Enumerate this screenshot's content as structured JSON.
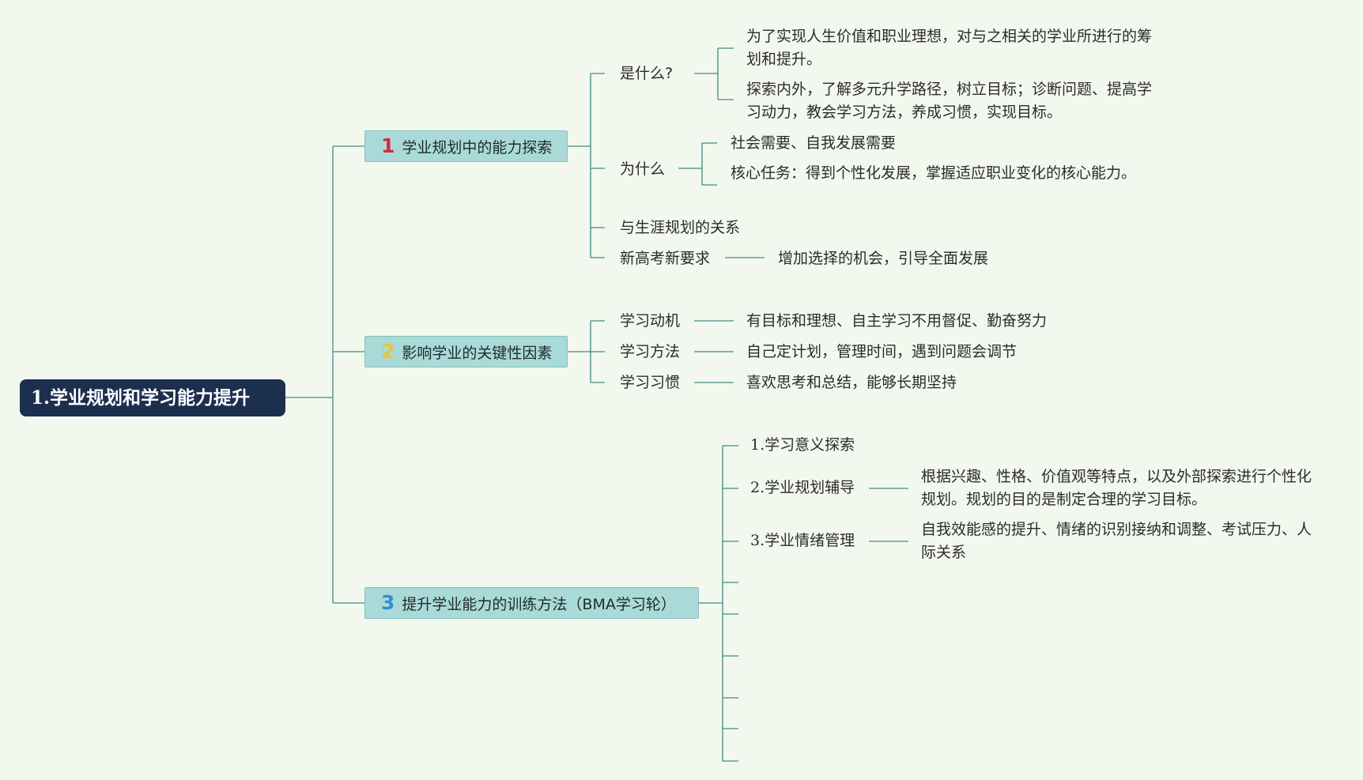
{
  "root": {
    "label": "1.学业规划和学习能力提升"
  },
  "branch1": {
    "num": "1",
    "label": "学业规划中的能力探索",
    "what": {
      "label": "是什么?",
      "items": [
        "为了实现人生价值和职业理想，对与之相关的学业所进行的筹划和提升。",
        "探索内外，了解多元升学路径，树立目标；诊断问题、提高学习动力，教会学习方法，养成习惯，实现目标。"
      ]
    },
    "why": {
      "label": "为什么",
      "items": [
        "社会需要、自我发展需要",
        "核心任务：得到个性化发展，掌握适应职业变化的核心能力。"
      ]
    },
    "relation": {
      "label": "与生涯规划的关系"
    },
    "gaokao": {
      "label": "新高考新要求",
      "item": "增加选择的机会，引导全面发展"
    }
  },
  "branch2": {
    "num": "2",
    "label": "影响学业的关键性因素",
    "items": [
      {
        "label": "学习动机",
        "detail": "有目标和理想、自主学习不用督促、勤奋努力"
      },
      {
        "label": "学习方法",
        "detail": "自己定计划，管理时间，遇到问题会调节"
      },
      {
        "label": "学习习惯",
        "detail": "喜欢思考和总结，能够长期坚持"
      }
    ]
  },
  "branch3": {
    "num": "3",
    "label": "提升学业能力的训练方法（BMA学习轮）",
    "items": [
      {
        "label": "1.学习意义探索"
      },
      {
        "label": "2.学业规划辅导",
        "detail": "根据兴趣、性格、价值观等特点，以及外部探索进行个性化规划。规划的目的是制定合理的学习目标。"
      },
      {
        "label": "3.学业情绪管理",
        "detail": "自我效能感的提升、情绪的识别接纳和调整、考试压力、人际关系"
      }
    ]
  },
  "colors": {
    "root_bg": "#1d2f4f",
    "branch_bg": "#a9dad8",
    "line": "#3e8a82",
    "num1": "#d42a3c",
    "num2": "#f1c232",
    "num3": "#2f8fd1"
  }
}
